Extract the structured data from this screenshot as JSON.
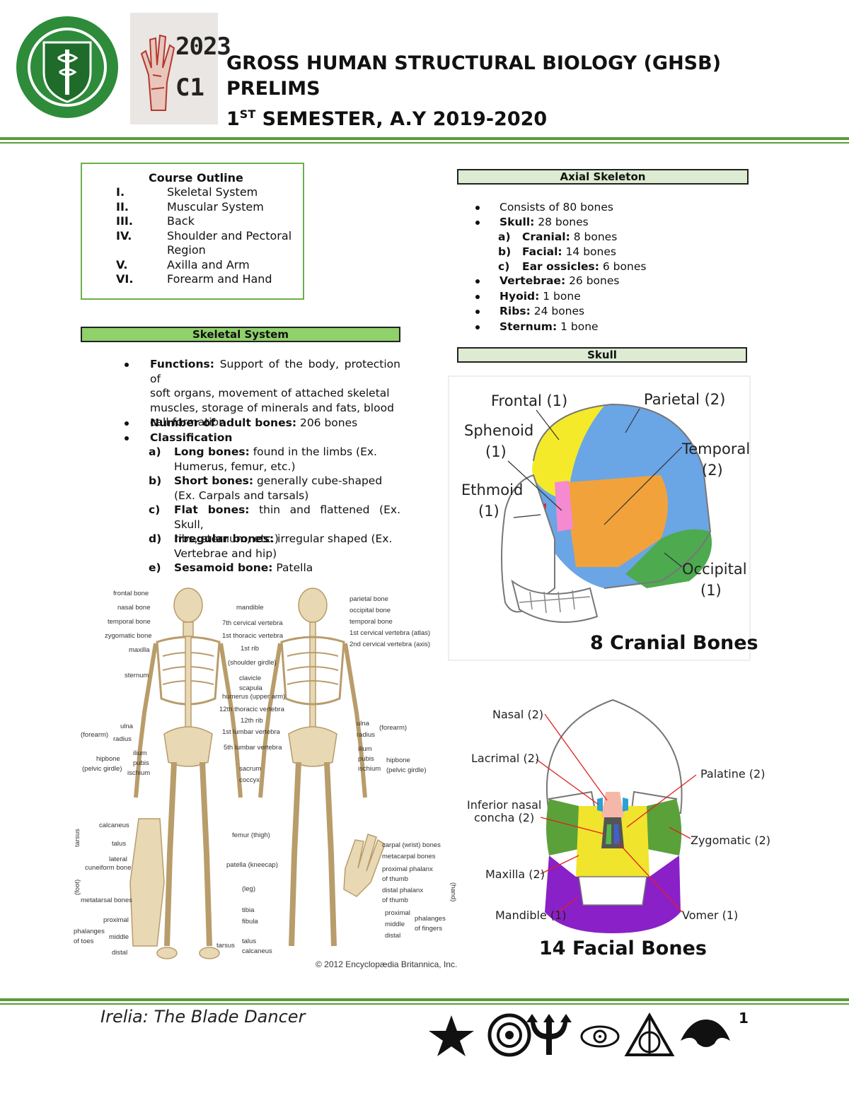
{
  "header": {
    "badge_year": "2023",
    "badge_code": "C1",
    "title_line1": "GROSS HUMAN STRUCTURAL BIOLOGY (GHSB)",
    "title_line2": "PRELIMS",
    "title_line3_pre": "1",
    "title_line3_sup": "ST",
    "title_line3_post": " SEMESTER, A.Y 2019-2020"
  },
  "outline": {
    "title": "Course Outline",
    "items": [
      {
        "num": "I.",
        "text": "Skeletal System"
      },
      {
        "num": "II.",
        "text": "Muscular System"
      },
      {
        "num": "III.",
        "text": "Back"
      },
      {
        "num": "IV.",
        "text": "Shoulder and Pectoral"
      },
      {
        "num": "",
        "text": "Region"
      },
      {
        "num": "V.",
        "text": "Axilla and Arm"
      },
      {
        "num": "VI.",
        "text": "Forearm and Hand"
      }
    ]
  },
  "skeletal": {
    "heading": "Skeletal System",
    "functions_label": "Functions:",
    "functions_lines": [
      " Support of the body, protection of",
      "soft organs, movement of attached skeletal",
      "muscles, storage of minerals and fats, blood",
      "cell formation"
    ],
    "adult_label": "Number of adult bones:",
    "adult_value": " 206 bones",
    "class_label": "Classification",
    "classes": [
      {
        "letter": "a)",
        "label": "Long bones:",
        "line1": " found in the limbs (Ex.",
        "line2": "Humerus, femur, etc.)"
      },
      {
        "letter": "b)",
        "label": "Short bones:",
        "line1": "  generally cube-shaped",
        "line2": "(Ex. Carpals and tarsals)"
      },
      {
        "letter": "c)",
        "label": "Flat bones:",
        "line1": " thin and flattened (Ex. Skull,",
        "line2": "ribs, sternum, etc.)"
      },
      {
        "letter": "d)",
        "label": "Irregular bones:",
        "line1": " irregular shaped (Ex.",
        "line2": "Vertebrae and hip)"
      },
      {
        "letter": "e)",
        "label": "Sesamoid bone:",
        "line1": " Patella",
        "line2": ""
      }
    ]
  },
  "axial": {
    "heading": "Axial Skeleton",
    "intro": "Consists of 80 bones",
    "skull_label": "Skull:",
    "skull_value": " 28 bones",
    "skull_parts": [
      {
        "letter": "a)",
        "label": "Cranial:",
        "value": " 8 bones"
      },
      {
        "letter": "b)",
        "label": "Facial:",
        "value": " 14 bones"
      },
      {
        "letter": "c)",
        "label": "Ear ossicles:",
        "value": " 6 bones"
      }
    ],
    "others": [
      {
        "label": "Vertebrae:",
        "value": " 26 bones"
      },
      {
        "label": "Hyoid:",
        "value": " 1 bone"
      },
      {
        "label": "Ribs:",
        "value": " 24 bones"
      },
      {
        "label": "Sternum:",
        "value": " 1 bone"
      }
    ]
  },
  "skull": {
    "heading": "Skull",
    "cranial_caption": "8 Cranial Bones",
    "cranial_labels": {
      "frontal": "Frontal (1)",
      "parietal": "Parietal (2)",
      "sphenoid1": "Sphenoid",
      "sphenoid2": "(1)",
      "temporal1": "Temporal",
      "temporal2": "(2)",
      "ethmoid1": "Ethmoid",
      "ethmoid2": "(1)",
      "occipital1": "Occipital",
      "occipital2": "(1)"
    },
    "facial_caption": "14 Facial Bones",
    "facial_labels": {
      "nasal": "Nasal (2)",
      "lacrimal": "Lacrimal (2)",
      "inferior1": "Inferior nasal",
      "inferior2": "concha (2)",
      "maxilla": "Maxilla (2)",
      "mandible": "Mandible (1)",
      "palatine": "Palatine (2)",
      "zygomatic": "Zygomatic (2)",
      "vomer": "Vomer (1)"
    }
  },
  "skeleton": {
    "copyright": "© 2012 Encyclopædia Britannica, Inc.",
    "left_labels": [
      "frontal bone",
      "nasal bone",
      "temporal bone",
      "zygomatic bone",
      "maxilla",
      "sternum",
      "ulna",
      "radius",
      "(forearm)",
      "ilium",
      "pubis",
      "ischium",
      "hipbone",
      "(pelvic girdle)",
      "calcaneus",
      "talus",
      "lateral",
      "cuneiform bone",
      "tarsus",
      "metatarsal bones",
      "(foot)",
      "phalanges",
      "of toes",
      "proximal",
      "middle",
      "distal"
    ],
    "center_labels": [
      "mandible",
      "7th cervical vertebra",
      "1st thoracic vertebra",
      "1st rib",
      "(shoulder girdle)",
      "clavicle",
      "scapula",
      "humerus (upper arm)",
      "12th thoracic vertebra",
      "12th rib",
      "1st lumbar vertebra",
      "5th lumbar vertebra",
      "sacrum",
      "coccyx",
      "femur (thigh)",
      "patella (kneecap)",
      "(leg)",
      "tibia",
      "fibula",
      "tarsus",
      "talus",
      "calcaneus"
    ],
    "right_labels": [
      "parietal bone",
      "occipital bone",
      "temporal bone",
      "1st cervical vertebra (atlas)",
      "2nd cervical vertebra (axis)",
      "ulna",
      "radius",
      "(forearm)",
      "ilium",
      "pubis",
      "ischium",
      "hipbone",
      "(pelvic girdle)",
      "carpal (wrist) bones",
      "metacarpal bones",
      "proximal phalanx",
      "of thumb",
      "distal phalanx",
      "of thumb",
      "(hand)",
      "proximal",
      "middle",
      "distal",
      "phalanges",
      "of fingers"
    ]
  },
  "footer": {
    "text": "Irelia: The Blade Dancer",
    "page": "1"
  },
  "colors": {
    "accent_green": "#5a9b3a",
    "bar_green": "#8fd16a"
  }
}
